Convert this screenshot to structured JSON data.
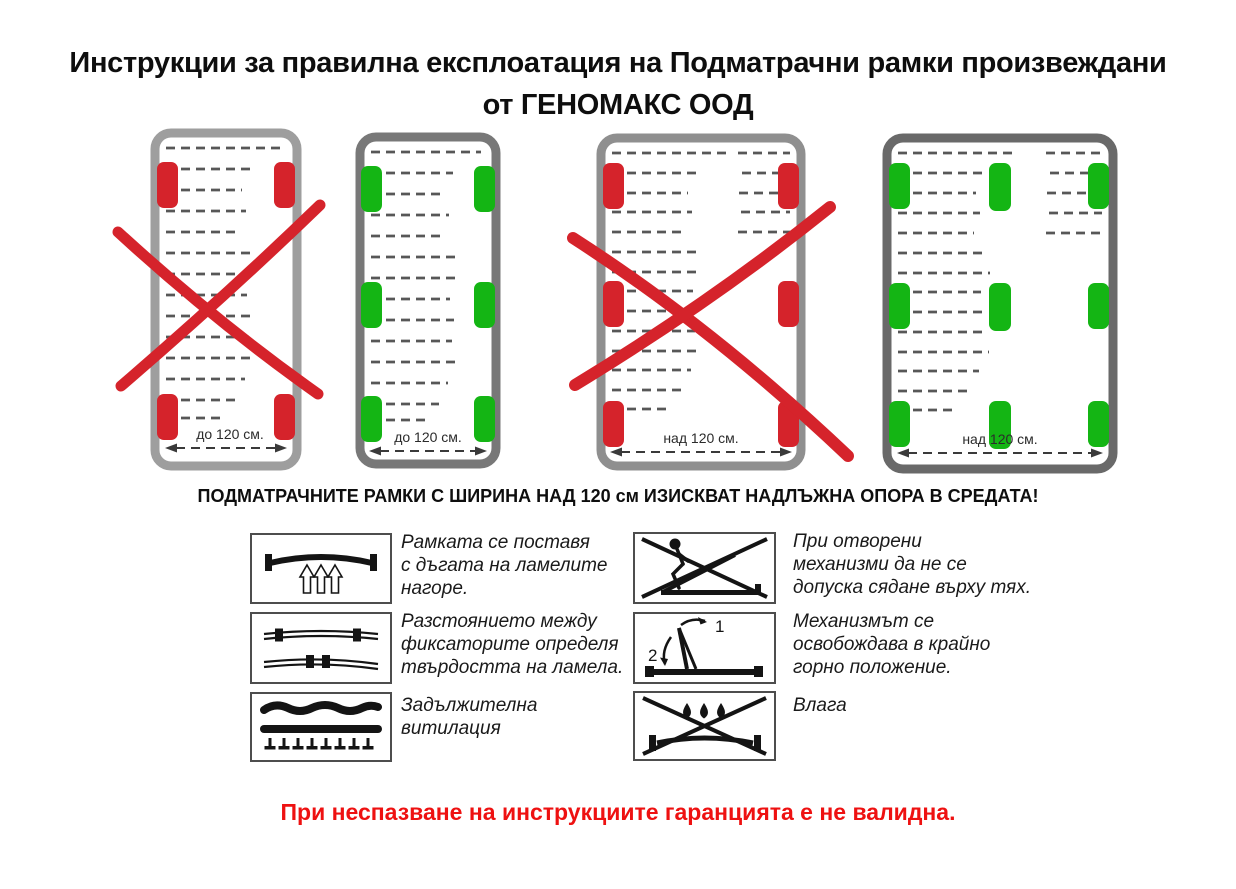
{
  "title": {
    "line1": "Инструкции за правилна експлоатация на Подматрачни рамки произвеждани",
    "line2": "от ГЕНОМАКС ООД"
  },
  "frames": [
    {
      "label": "до 120 см.",
      "status": "wrong",
      "support_points": 4,
      "crossed_out": true
    },
    {
      "label": "до 120 см.",
      "status": "correct",
      "support_points": 6,
      "crossed_out": false
    },
    {
      "label": "над 120 см.",
      "status": "wrong",
      "support_points": 6,
      "crossed_out": true
    },
    {
      "label": "над 120 см.",
      "status": "correct",
      "support_points": 9,
      "crossed_out": false
    }
  ],
  "width_note": "ПОДМАТРАЧНИТЕ РАМКИ С ШИРИНА НАД 120 см ИЗИСКВАТ НАДЛЪЖНА ОПОРА В СРЕДАТА!",
  "instructions": [
    {
      "icon": "bow-up-icon",
      "text": "Рамката се поставя\nс дъгата на ламелите\nнагоре."
    },
    {
      "icon": "slat-fixators-icon",
      "text": "Разстоянието между\nфиксаторите определя\nтвърдостта на ламела."
    },
    {
      "icon": "ventilation-icon",
      "text": "Задължителна\nвитилация"
    },
    {
      "icon": "no-sitting-on-open-mechanism-icon",
      "text": "При отворени\nмеханизми да не се\nдопуска сядане върху тях."
    },
    {
      "icon": "release-top-position-icon",
      "text": "Механизмът се\nосвобождава в крайно\nгорно положение.",
      "step_labels": [
        "1",
        "2"
      ]
    },
    {
      "icon": "no-moisture-icon",
      "text": "Влага"
    }
  ],
  "warning": "При неспазване на инструкциите гаранцията е не валидна.",
  "colors": {
    "wrong_marker": "#d5232b",
    "correct_marker": "#14b514",
    "cross_stroke": "#d5232b",
    "warning_text": "#ee1111",
    "frame_border_light": "#9e9e9e",
    "frame_border_dark": "#696969"
  }
}
